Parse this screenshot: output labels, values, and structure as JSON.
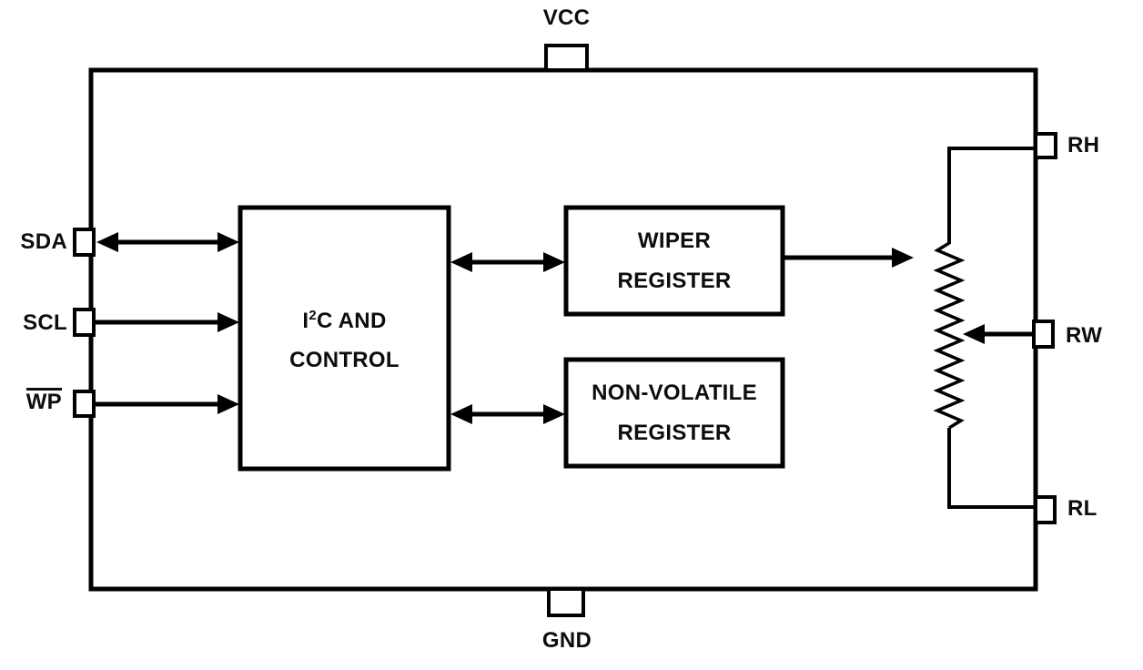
{
  "diagram": {
    "background_color": "#ffffff",
    "line_color": "#000000",
    "text_color": "#0d0d0d",
    "pins": {
      "vcc": {
        "label": "VCC",
        "side": "top"
      },
      "gnd": {
        "label": "GND",
        "side": "bottom"
      },
      "sda": {
        "label": "SDA",
        "side": "left"
      },
      "scl": {
        "label": "SCL",
        "side": "left"
      },
      "wp": {
        "label": "WP",
        "side": "left",
        "overline": true
      },
      "rh": {
        "label": "RH",
        "side": "right"
      },
      "rw": {
        "label": "RW",
        "side": "right"
      },
      "rl": {
        "label": "RL",
        "side": "right"
      }
    },
    "blocks": {
      "i2c_control": {
        "line1_pre": "I",
        "line1_sup": "2",
        "line1_post": "C AND",
        "line2": "CONTROL"
      },
      "wiper_register": {
        "line1": "WIPER",
        "line2": "REGISTER"
      },
      "nonvolatile_register": {
        "line1": "NON-VOLATILE",
        "line2": "REGISTER"
      }
    }
  }
}
